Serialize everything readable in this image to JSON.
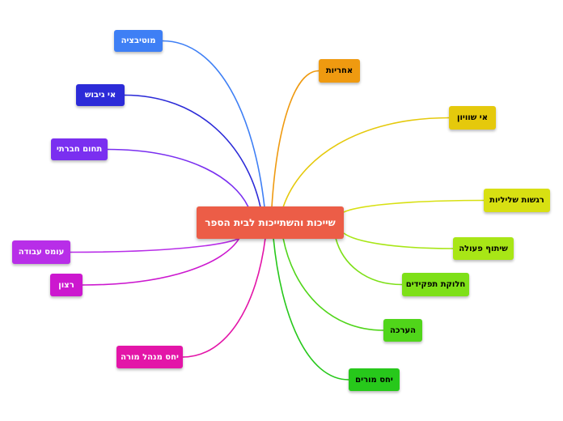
{
  "central_topic": {
    "label": "שייכות והשתייכות לבית הספר",
    "color": "#ec5d47"
  },
  "branches": [
    {
      "label": "מוטיבציה",
      "color": "#3e7ff5",
      "text_color": "#ffffff"
    },
    {
      "label": "אי גיבוש",
      "color": "#2c2bd8",
      "text_color": "#ffffff"
    },
    {
      "label": "תחום חברתי",
      "color": "#7a2ff0",
      "text_color": "#ffffff"
    },
    {
      "label": "עומס עבודה",
      "color": "#b82ee8",
      "text_color": "#ffffff"
    },
    {
      "label": "רצון",
      "color": "#cc18cf",
      "text_color": "#ffffff"
    },
    {
      "label": "יחס מנהל מורה",
      "color": "#e315a8",
      "text_color": "#ffffff"
    },
    {
      "label": "אחריות",
      "color": "#ef9a10",
      "text_color": "#000000"
    },
    {
      "label": "אי שוויון",
      "color": "#e5c90c",
      "text_color": "#000000"
    },
    {
      "label": "רגשות שליליות",
      "color": "#d8e012",
      "text_color": "#000000"
    },
    {
      "label": "שיתוף פעולה",
      "color": "#a8e616",
      "text_color": "#000000"
    },
    {
      "label": "חלוקת תפקידים",
      "color": "#7ee018",
      "text_color": "#000000"
    },
    {
      "label": "הערכה",
      "color": "#50d51a",
      "text_color": "#000000"
    },
    {
      "label": "יחס מורים",
      "color": "#27c81b",
      "text_color": "#000000"
    }
  ]
}
